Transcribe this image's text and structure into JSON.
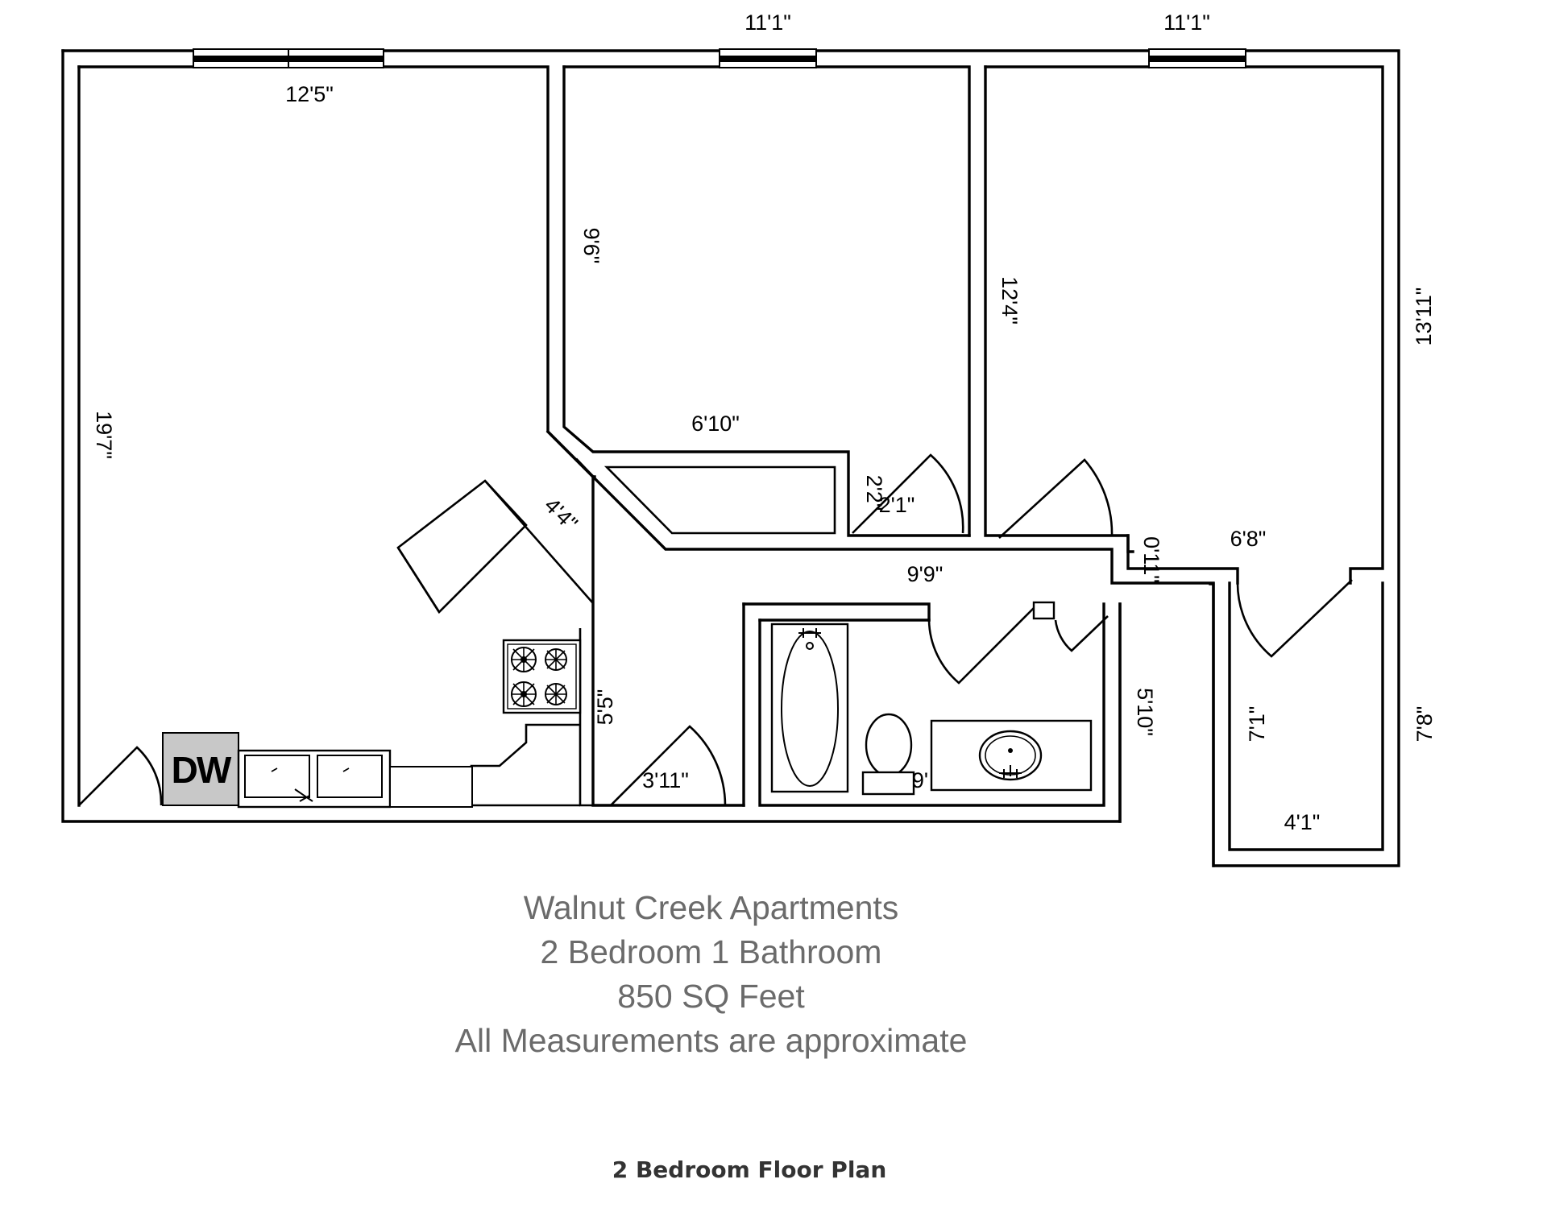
{
  "dimensions": {
    "living_width": "12'5\"",
    "living_length": "19'7\"",
    "bed1_width": "11'1\"",
    "bed1_length": "9'6\"",
    "bed2_width": "11'1\"",
    "bed2_length": "12'4\"",
    "bed2_right": "13'11\"",
    "closet1_width": "6'10\"",
    "closet_small": "2'2\"",
    "closet_small_width": "2'1\"",
    "kitchen_diag": "4'4\"",
    "kitchen_length": "5'5\"",
    "entry_width": "3'11\"",
    "hall_length": "9'9\"",
    "hall_jog": "0'11\"",
    "bath_length": "5'10\"",
    "bath_partial": "9'",
    "closet2_width": "6'8\"",
    "closet2_length": "7'1\"",
    "closet2_outer": "7'8\"",
    "closet2_bottom": "4'1\""
  },
  "appliance": {
    "dishwasher": "DW"
  },
  "caption": {
    "line1": "Walnut Creek Apartments",
    "line2": "2 Bedroom 1 Bathroom",
    "line3": "850 SQ Feet",
    "line4": "All Measurements are approximate"
  },
  "footer": "2 Bedroom Floor Plan"
}
